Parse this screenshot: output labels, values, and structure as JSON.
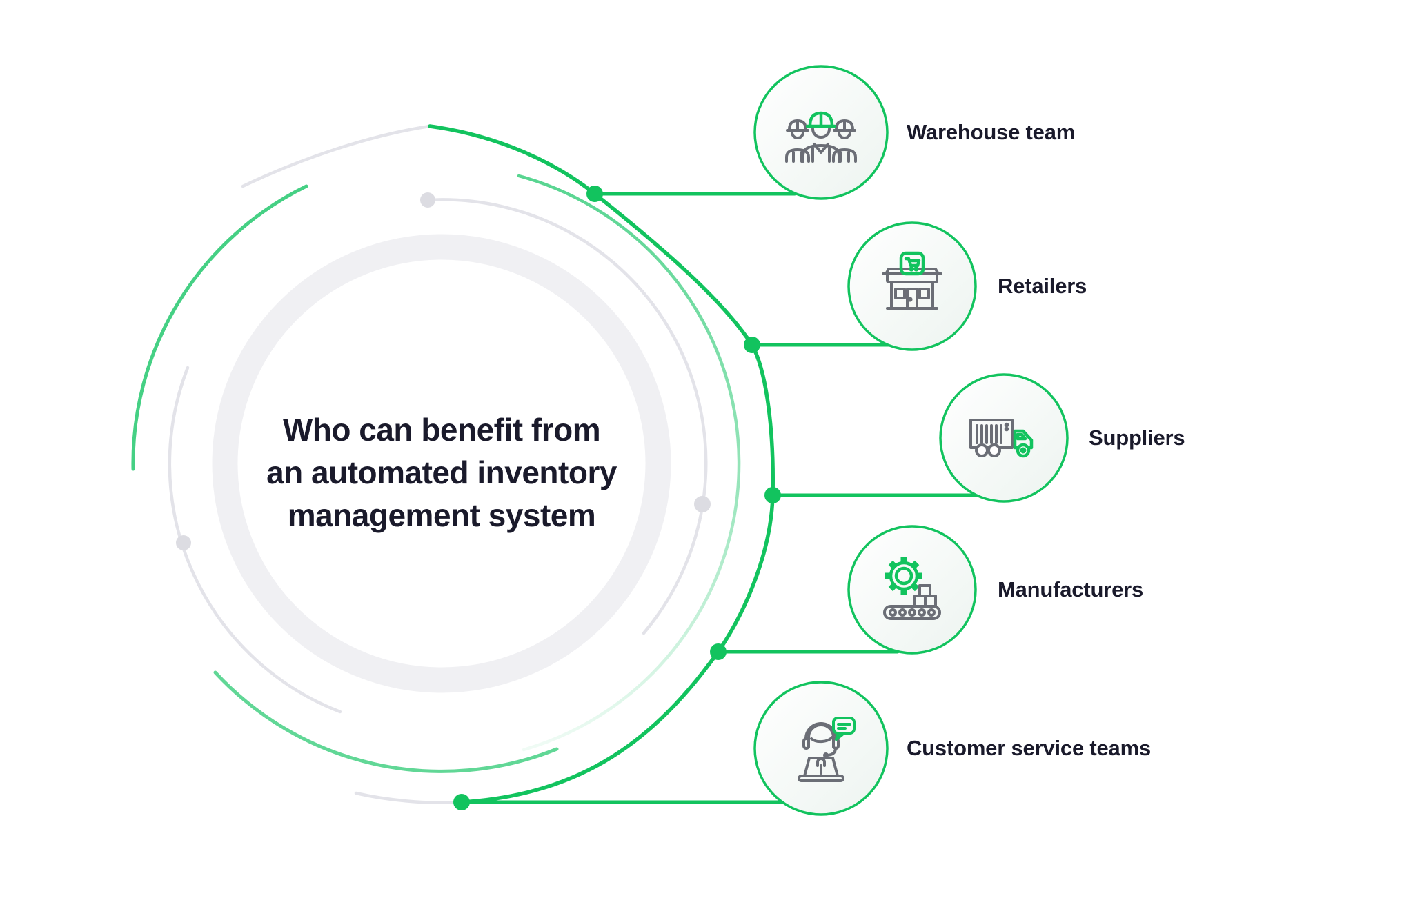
{
  "title": {
    "line1": "Who can benefit from",
    "line2": "an automated inventory",
    "line3": "management system"
  },
  "items": [
    {
      "label": "Warehouse team",
      "icon": "construction-workers-icon"
    },
    {
      "label": "Retailers",
      "icon": "storefront-icon"
    },
    {
      "label": "Suppliers",
      "icon": "delivery-truck-icon"
    },
    {
      "label": "Manufacturers",
      "icon": "gear-conveyor-icon"
    },
    {
      "label": "Customer service teams",
      "icon": "support-agent-icon"
    }
  ],
  "colors": {
    "accent-green": "#12c35e",
    "mid-green": "#45d084",
    "light-green": "#7ce0ac",
    "arc-gray": "#e3e3e9",
    "ring-gray": "#f0f0f3",
    "dot-gray": "#dcdce2",
    "icon-gray": "#6b6e76",
    "text-ink": "#1a1a2b",
    "background": "#ffffff"
  }
}
